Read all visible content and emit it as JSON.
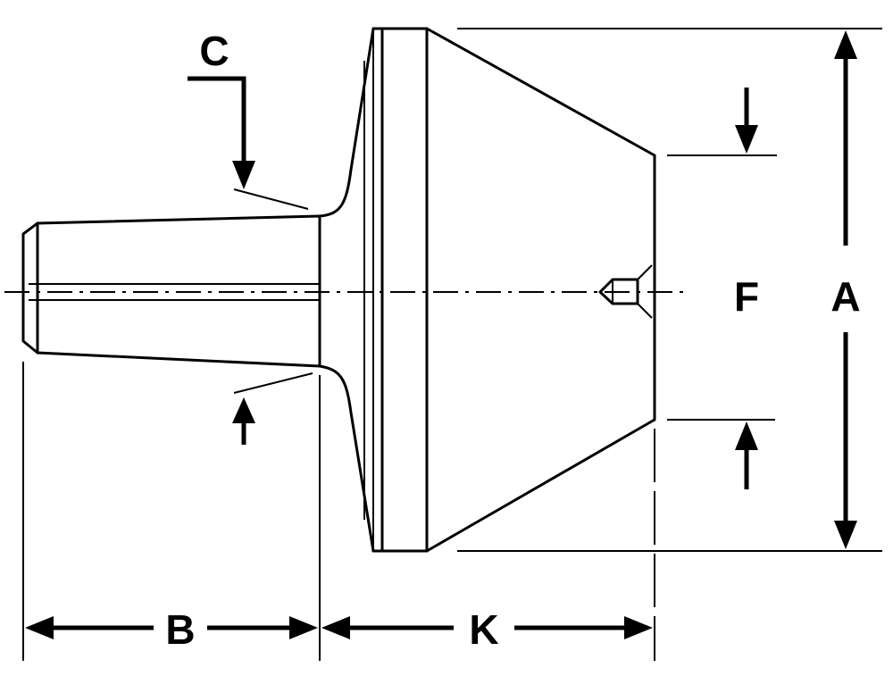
{
  "labels": {
    "a": "A",
    "b": "B",
    "c": "C",
    "f": "F",
    "k": "K"
  },
  "colors": {
    "line": "#000000",
    "background": "#ffffff"
  }
}
